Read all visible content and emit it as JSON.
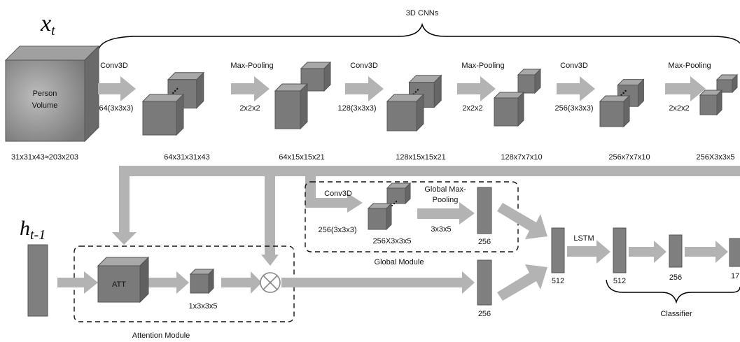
{
  "inputs": {
    "x_main": "x",
    "x_sub": "t",
    "h_main": "h",
    "h_sub": "t-1",
    "person_volume_line1": "Person",
    "person_volume_line2": "Volume",
    "input_dims": "31x31x43≈203x203"
  },
  "cnn": {
    "title": "3D CNNs",
    "ops": [
      {
        "name": "Conv3D",
        "param": "64(3x3x3)"
      },
      {
        "name": "Max-Pooling",
        "param": "2x2x2"
      },
      {
        "name": "Conv3D",
        "param": "128(3x3x3)"
      },
      {
        "name": "Max-Pooling",
        "param": "2x2x2"
      },
      {
        "name": "Conv3D",
        "param": "256(3x3x3)"
      },
      {
        "name": "Max-Pooling",
        "param": "2x2x2"
      }
    ],
    "dims": [
      "64x31x31x43",
      "64x15x15x21",
      "128x15x15x21",
      "128x7x7x10",
      "256x7x7x10",
      "256X3x3x5"
    ]
  },
  "global_module": {
    "title": "Global Module",
    "conv_name": "Conv3D",
    "conv_param": "256(3x3x3)",
    "block_dims": "256X3x3x5",
    "pool_line1": "Global Max-",
    "pool_line2": "Pooling",
    "pool_param": "3x3x5",
    "out_size": "256"
  },
  "attention_module": {
    "title": "Attention Module",
    "att_label": "ATT",
    "map_dims": "1x3x3x5",
    "out_size": "256"
  },
  "lstm": {
    "input_size": "512",
    "label": "LSTM"
  },
  "classifier": {
    "title": "Classifier",
    "sizes": [
      "512",
      "256",
      "17"
    ]
  },
  "colors": {
    "arrow": "#b3b3b3",
    "cube_front": "#7a7a7a",
    "cube_top": "#a8a8a8",
    "cube_side": "#666666",
    "bar": "#7f7f7f"
  }
}
